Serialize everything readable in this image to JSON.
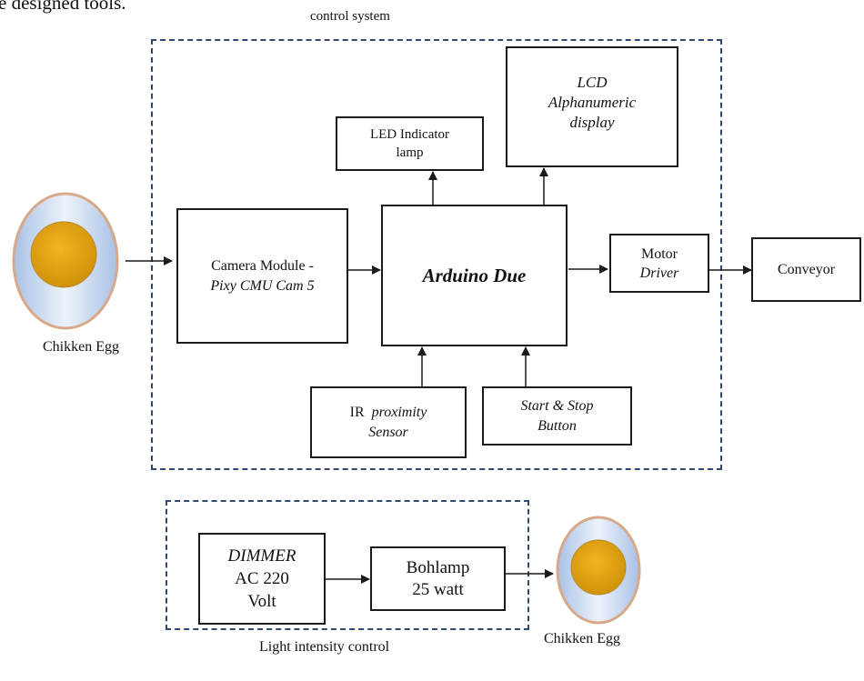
{
  "caption_fragment": "e designed tools.",
  "groups": {
    "control_system": "control system",
    "light_intensity": "Light intensity control"
  },
  "blocks": {
    "led": {
      "line1": "LED Indicator",
      "line2": "lamp"
    },
    "lcd": {
      "line1": "LCD",
      "line2": "Alphanumeric",
      "line3": "display"
    },
    "camera": {
      "line1": "Camera Module -",
      "line2": "Pixy CMU Cam 5"
    },
    "arduino": "Arduino Due",
    "motor": {
      "line1": "Motor",
      "line2": "Driver"
    },
    "conveyor": "Conveyor",
    "ir": {
      "prefix": "IR",
      "italic": "proximity",
      "line2": "Sensor"
    },
    "start_stop": {
      "line1": "Start & Stop",
      "line2": "Button"
    },
    "dimmer": {
      "line1": "DIMMER",
      "line2": "AC 220",
      "line3": "Volt"
    },
    "bohlamp": {
      "line1": "Bohlamp",
      "line2": "25 watt"
    }
  },
  "egg_labels": {
    "left": "Chikken Egg",
    "bottom": "Chikken Egg"
  },
  "colors": {
    "group_border": "#2f4a6e",
    "yolk": "#e0a20a",
    "egg_shell": "#d7a98a",
    "egg_white": "#b9cdea"
  }
}
